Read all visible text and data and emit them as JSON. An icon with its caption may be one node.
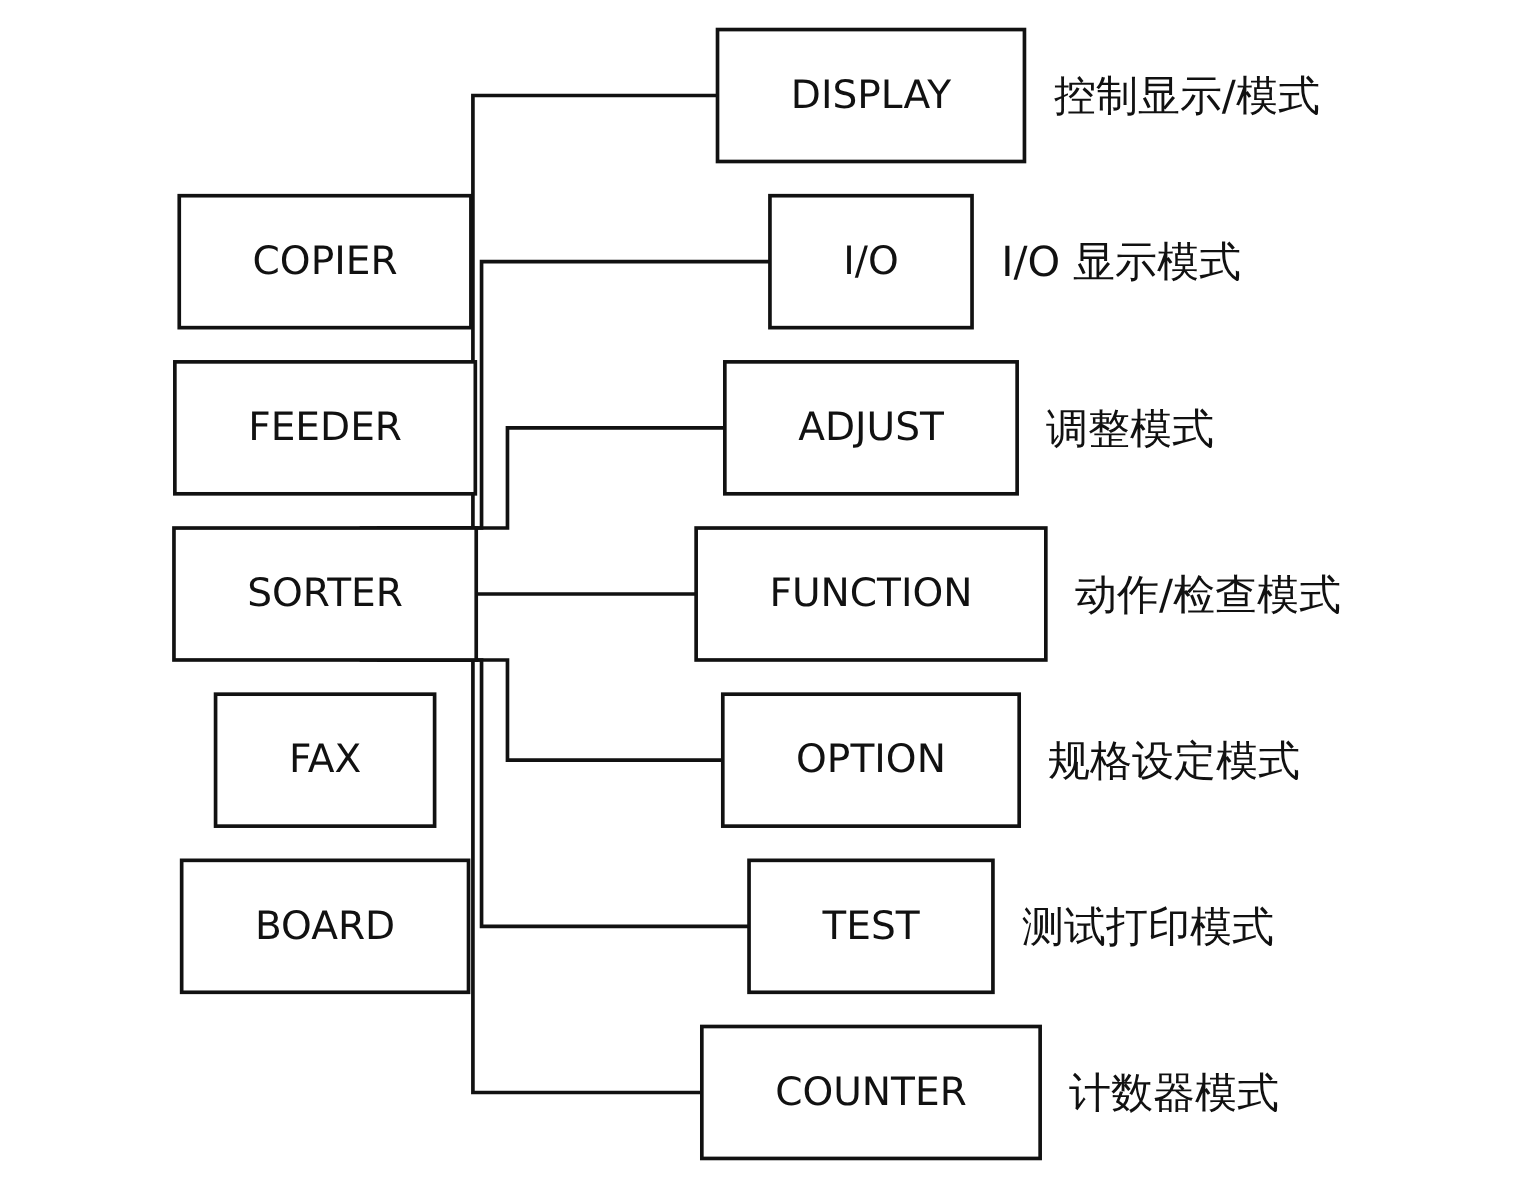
{
  "diagram": {
    "nodes": [
      {
        "text": [
          "COPIER"
        ]
      },
      {
        "text": [
          "FEEDER"
        ]
      },
      {
        "text": [
          "SORTER"
        ]
      },
      {
        "text": [
          "FAX"
        ]
      },
      {
        "text": [
          "BOARD"
        ]
      },
      {
        "text": [
          "DISPLAY"
        ],
        "beside": [
          "控制显示/模式"
        ]
      },
      {
        "text": [
          "I/O"
        ],
        "beside": [
          "I/O 显示模式"
        ]
      },
      {
        "text": [
          "ADJUST"
        ],
        "beside": [
          "调整模式"
        ]
      },
      {
        "text": [
          "FUNCTION"
        ],
        "beside": [
          "动作/检查模式"
        ]
      },
      {
        "text": [
          "OPTION"
        ],
        "beside": [
          "规格设定模式"
        ]
      },
      {
        "text": [
          "TEST"
        ],
        "beside": [
          "测试打印模式"
        ]
      },
      {
        "text": [
          "COUNTER"
        ],
        "beside": [
          "计数器模式"
        ]
      }
    ],
    "edges": [
      {
        "from": 2,
        "to": 5,
        "arrow": "none"
      },
      {
        "from": 2,
        "to": 6,
        "arrow": "none"
      },
      {
        "from": 2,
        "to": 7,
        "arrow": "none"
      },
      {
        "from": 2,
        "to": 8,
        "arrow": "none"
      },
      {
        "from": 2,
        "to": 9,
        "arrow": "none"
      },
      {
        "from": 2,
        "to": 10,
        "arrow": "none"
      },
      {
        "from": 2,
        "to": 11,
        "arrow": "none"
      }
    ]
  }
}
